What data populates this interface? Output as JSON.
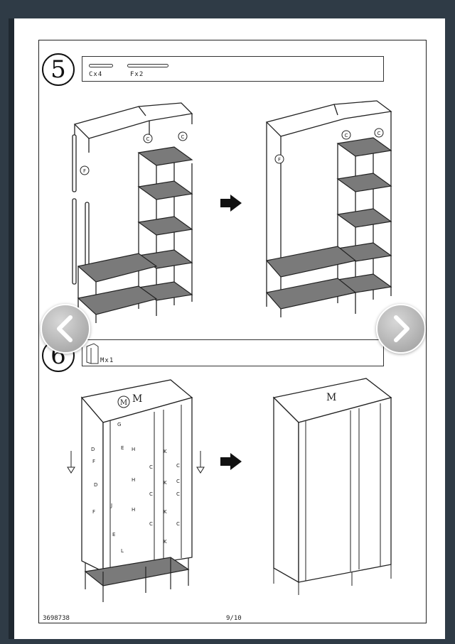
{
  "document": {
    "code": "3698738",
    "page_indicator": "9/10"
  },
  "steps": [
    {
      "number": "5",
      "parts": [
        {
          "label": "Cx4"
        },
        {
          "label": "Fx2"
        }
      ],
      "callout_labels": [
        "C",
        "C",
        "F",
        "C",
        "C",
        "F"
      ]
    },
    {
      "number": "6",
      "parts": [
        {
          "label": "Mx1"
        }
      ],
      "cover_label": "M",
      "cover_letters": [
        "D",
        "F",
        "D",
        "F",
        "E",
        "H",
        "H",
        "H",
        "J",
        "E",
        "L",
        "C",
        "C",
        "C",
        "K",
        "K",
        "K",
        "K",
        "C",
        "C",
        "C",
        "C",
        "G"
      ]
    }
  ],
  "navigation": {
    "prev_icon": "chevron-left-icon",
    "next_icon": "chevron-right-icon"
  },
  "colors": {
    "background": "#2f3b46",
    "page": "#ffffff",
    "shelf_fill": "#7a7a7a",
    "line": "#222222"
  }
}
